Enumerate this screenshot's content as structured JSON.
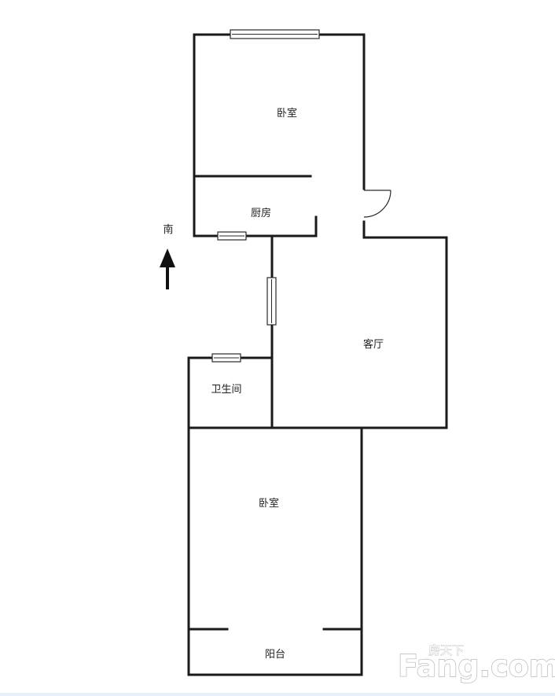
{
  "rooms": {
    "bedroom_north": "卧室",
    "kitchen": "厨房",
    "living_room": "客厅",
    "bathroom": "卫生间",
    "bedroom_south": "卧室",
    "balcony": "阳台"
  },
  "compass": {
    "label": "南",
    "icon": "arrow-up-icon"
  },
  "watermark": {
    "chinese": "房天下",
    "english": "Fang.com"
  }
}
